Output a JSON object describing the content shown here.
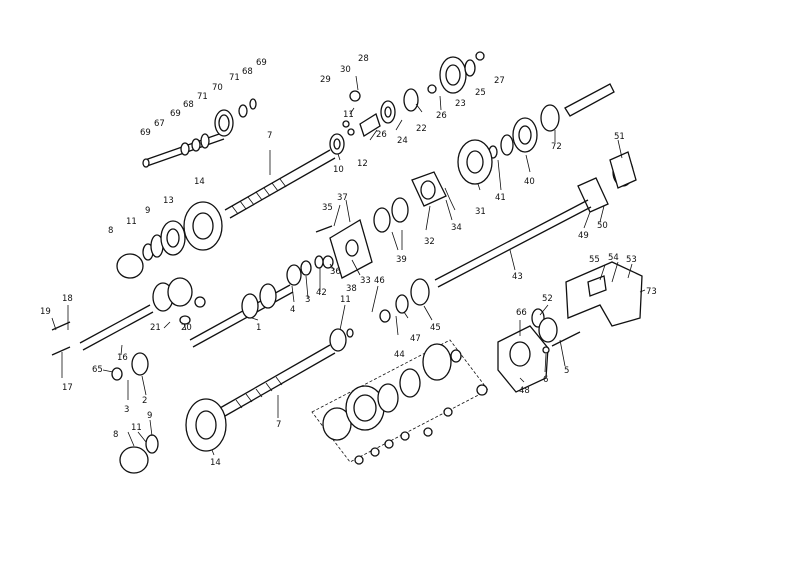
{
  "callouts": [
    {
      "text": "69"
    },
    {
      "text": "67"
    },
    {
      "text": "69"
    },
    {
      "text": "68"
    },
    {
      "text": "71"
    },
    {
      "text": "70"
    },
    {
      "text": "71"
    },
    {
      "text": "68"
    },
    {
      "text": "69"
    },
    {
      "text": "7"
    },
    {
      "text": "10"
    },
    {
      "text": "29"
    },
    {
      "text": "30"
    },
    {
      "text": "28"
    },
    {
      "text": "11"
    },
    {
      "text": "12"
    },
    {
      "text": "26"
    },
    {
      "text": "24"
    },
    {
      "text": "22"
    },
    {
      "text": "26"
    },
    {
      "text": "23"
    },
    {
      "text": "25"
    },
    {
      "text": "27"
    },
    {
      "text": "72"
    },
    {
      "text": "40"
    },
    {
      "text": "41"
    },
    {
      "text": "31"
    },
    {
      "text": "34"
    },
    {
      "text": "51"
    },
    {
      "text": "49"
    },
    {
      "text": "50"
    },
    {
      "text": "14"
    },
    {
      "text": "13"
    },
    {
      "text": "9"
    },
    {
      "text": "11"
    },
    {
      "text": "8"
    },
    {
      "text": "35"
    },
    {
      "text": "37"
    },
    {
      "text": "32"
    },
    {
      "text": "39"
    },
    {
      "text": "33"
    },
    {
      "text": "36"
    },
    {
      "text": "38"
    },
    {
      "text": "43"
    },
    {
      "text": "18"
    },
    {
      "text": "19"
    },
    {
      "text": "20"
    },
    {
      "text": "21"
    },
    {
      "text": "1"
    },
    {
      "text": "4"
    },
    {
      "text": "3"
    },
    {
      "text": "42"
    },
    {
      "text": "16"
    },
    {
      "text": "17"
    },
    {
      "text": "65"
    },
    {
      "text": "2"
    },
    {
      "text": "3"
    },
    {
      "text": "11"
    },
    {
      "text": "46"
    },
    {
      "text": "44"
    },
    {
      "text": "47"
    },
    {
      "text": "45"
    },
    {
      "text": "55"
    },
    {
      "text": "54"
    },
    {
      "text": "53"
    },
    {
      "text": "73"
    },
    {
      "text": "66"
    },
    {
      "text": "52"
    },
    {
      "text": "48"
    },
    {
      "text": "6"
    },
    {
      "text": "5"
    },
    {
      "text": "7"
    },
    {
      "text": "11"
    },
    {
      "text": "9"
    },
    {
      "text": "8"
    },
    {
      "text": "14"
    }
  ]
}
